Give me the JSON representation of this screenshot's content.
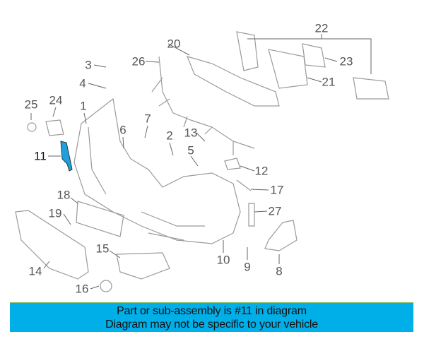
{
  "diagram": {
    "callouts": [
      "1",
      "2",
      "3",
      "4",
      "5",
      "6",
      "7",
      "8",
      "9",
      "10",
      "11",
      "12",
      "13",
      "14",
      "15",
      "16",
      "17",
      "18",
      "19",
      "20",
      "21",
      "22",
      "23",
      "24",
      "25",
      "26",
      "27"
    ],
    "highlighted_part": "11",
    "highlight_color": "#1ea0dc"
  },
  "banner": {
    "line1": "Part or sub-assembly is #11 in diagram",
    "line2": "Diagram may not be specific to your vehicle",
    "background": "#00aee8"
  }
}
